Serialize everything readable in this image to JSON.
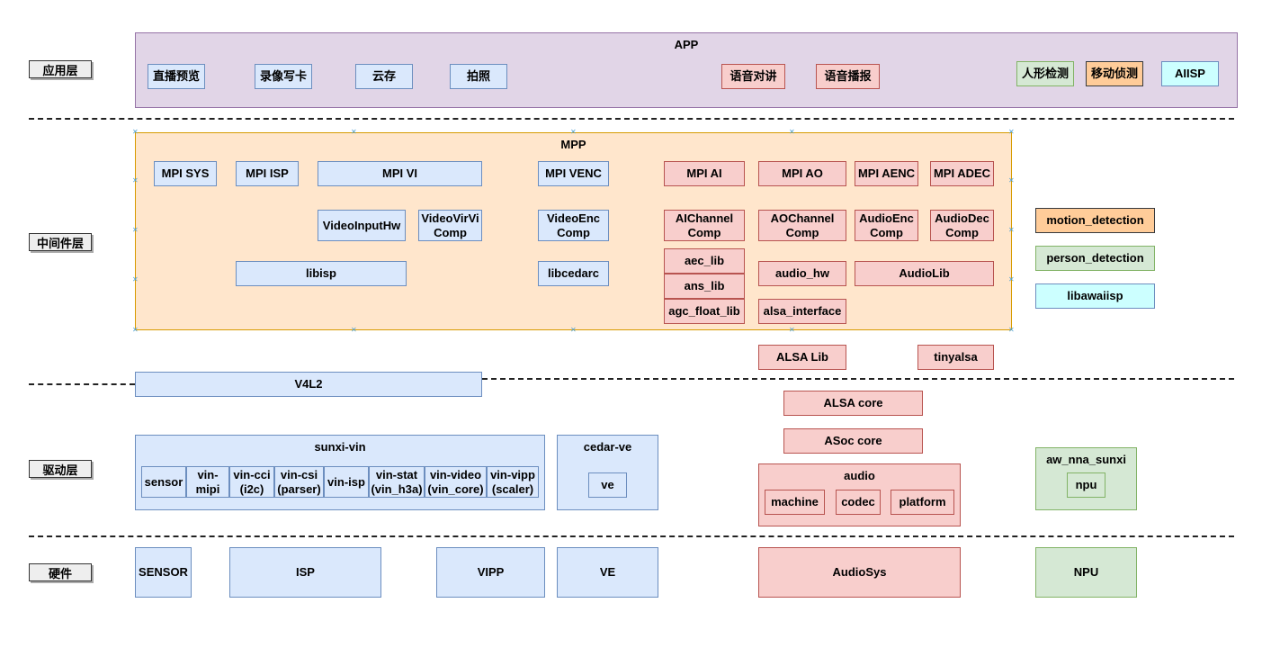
{
  "layers": {
    "app": "应用层",
    "middleware": "中间件层",
    "driver": "驱动层",
    "hardware": "硬件"
  },
  "app": {
    "title": "APP",
    "items": [
      "直播预览",
      "录像写卡",
      "云存",
      "拍照",
      "语音对讲",
      "语音播报",
      "人形检测",
      "移动侦测",
      "AIISP"
    ]
  },
  "mpp": {
    "title": "MPP",
    "mpi": [
      "MPI SYS",
      "MPI ISP",
      "MPI VI",
      "MPI VENC",
      "MPI AI",
      "MPI AO",
      "MPI AENC",
      "MPI ADEC"
    ],
    "video_input_hw": "VideoInputHw",
    "video_vir_vi_comp": "VideoVirVi Comp",
    "video_enc_comp": "VideoEnc Comp",
    "ai_channel_comp": "AIChannel Comp",
    "ao_channel_comp": "AOChannel Comp",
    "audio_enc_comp": "AudioEnc Comp",
    "audio_dec_comp": "AudioDec Comp",
    "libisp": "libisp",
    "libcedarc": "libcedarc",
    "aec_lib": "aec_lib",
    "ans_lib": "ans_lib",
    "agc_float_lib": "agc_float_lib",
    "audio_hw": "audio_hw",
    "audio_lib": "AudioLib",
    "alsa_interface": "alsa_interface"
  },
  "side": {
    "motion_detection": "motion_detection",
    "person_detection": "person_detection",
    "libawaiisp": "libawaiisp"
  },
  "libs": {
    "alsa_lib": "ALSA Lib",
    "tinyalsa": "tinyalsa",
    "v4l2": "V4L2",
    "alsa_core": "ALSA core",
    "asoc_core": "ASoc core"
  },
  "driver": {
    "sunxi_vin": {
      "title": "sunxi-vin",
      "items": [
        "sensor",
        "vin-mipi",
        "vin-cci (i2c)",
        "vin-csi (parser)",
        "vin-isp",
        "vin-stat (vin_h3a)",
        "vin-video (vin_core)",
        "vin-vipp (scaler)"
      ]
    },
    "cedar_ve": {
      "title": "cedar-ve",
      "item": "ve"
    },
    "audio": {
      "title": "audio",
      "items": [
        "machine",
        "codec",
        "platform"
      ]
    },
    "aw_nna": {
      "title": "aw_nna_sunxi",
      "item": "npu"
    }
  },
  "hardware": [
    "SENSOR",
    "ISP",
    "VIPP",
    "VE",
    "AudioSys",
    "NPU"
  ]
}
